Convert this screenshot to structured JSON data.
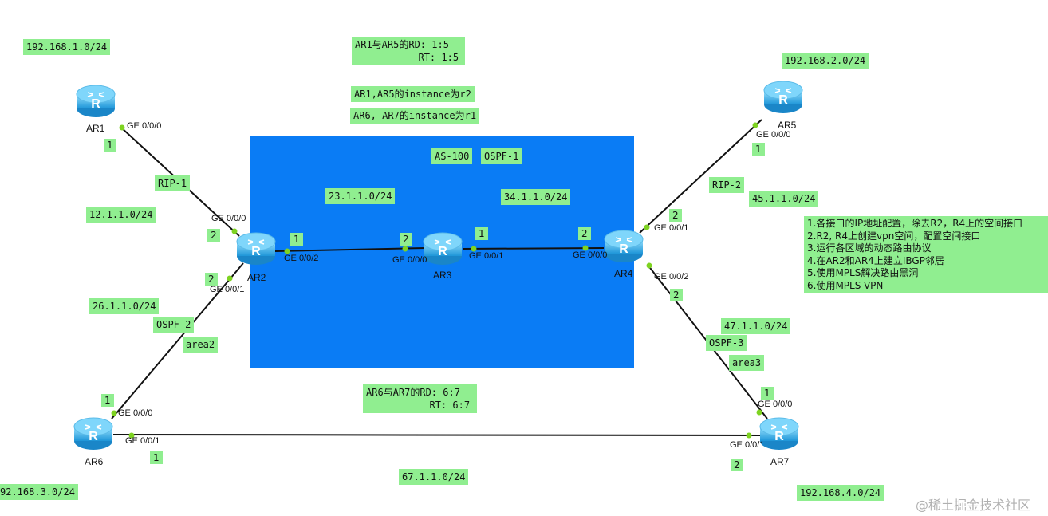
{
  "as_region": {
    "label_as": "AS-100",
    "label_ospf": "OSPF-1"
  },
  "routers": {
    "ar1": "AR1",
    "ar2": "AR2",
    "ar3": "AR3",
    "ar4": "AR4",
    "ar5": "AR5",
    "ar6": "AR6",
    "ar7": "AR7"
  },
  "networks": {
    "lan1": "192.168.1.0/24",
    "lan2": "192.168.2.0/24",
    "lan3": "92.168.3.0/24",
    "lan4": "192.168.4.0/24",
    "n12": "12.1.1.0/24",
    "n23": "23.1.1.0/24",
    "n34": "34.1.1.0/24",
    "n45": "45.1.1.0/24",
    "n26": "26.1.1.0/24",
    "n47": "47.1.1.0/24",
    "n67": "67.1.1.0/24"
  },
  "protocols": {
    "rip1": "RIP-1",
    "rip2": "RIP-2",
    "ospf2": "OSPF-2",
    "area2": "area2",
    "ospf3": "OSPF-3",
    "area3": "area3"
  },
  "info": {
    "rd_ar1_ar5": "AR1与AR5的RD: 1:5\n           RT: 1:5",
    "inst_ar1_ar5": "AR1,AR5的instance为r2",
    "inst_ar6_ar7": "AR6, AR7的instance为r1",
    "rd_ar6_ar7": "AR6与AR7的RD: 6:7\n           RT: 6:7"
  },
  "ports": {
    "ar1_g000": "GE 0/0/0",
    "ar2_g000": "GE 0/0/0",
    "ar2_g002": "GE 0/0/2",
    "ar2_g001": "GE 0/0/1",
    "ar3_g000": "GE 0/0/0",
    "ar3_g001": "GE 0/0/1",
    "ar4_g000": "GE 0/0/0",
    "ar4_g001": "GE 0/0/1",
    "ar4_g002": "GE 0/0/2",
    "ar5_g000": "GE 0/0/0",
    "ar6_g000": "GE 0/0/0",
    "ar6_g001": "GE 0/0/1",
    "ar7_g000": "GE 0/0/0",
    "ar7_g001": "GE 0/0/1"
  },
  "host_ids": {
    "ar1_a": "1",
    "ar2_a": "2",
    "ar2_b": "1",
    "ar2_c": "2",
    "ar3_a": "2",
    "ar3_b": "1",
    "ar4_a": "2",
    "ar4_b": "2",
    "ar4_c": "2",
    "ar5_a": "1",
    "ar6_a": "1",
    "ar6_b": "1",
    "ar7_a": "1",
    "ar7_b": "2"
  },
  "notes": [
    "1.各接口的IP地址配置，除去R2，R4上的空间接口",
    "2.R2, R4上创建vpn空间，配置空间接口",
    "3.运行各区域的动态路由协议",
    "4.在AR2和AR4上建立IBGP邻居",
    "5.使用MPLS解决路由黑洞",
    "6.使用MPLS-VPN"
  ],
  "watermark": "@稀土掘金技术社区",
  "colors": {
    "as_region": "#0a7cf5",
    "label_bg": "#90ee90",
    "port_dot": "#7ed321",
    "link": "#111111",
    "router_body": "#3fb8f0"
  }
}
